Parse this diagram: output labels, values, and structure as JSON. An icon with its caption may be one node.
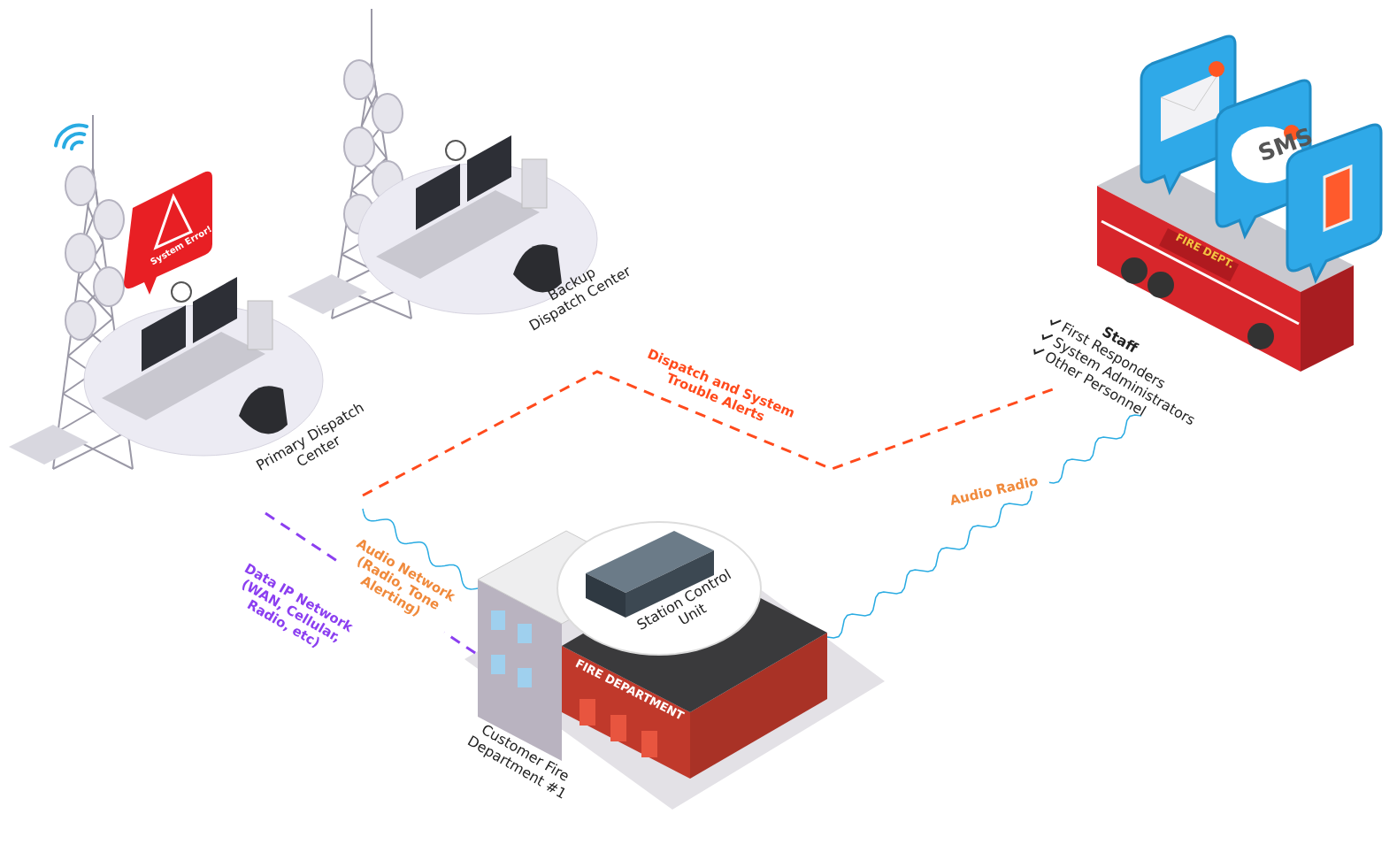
{
  "diagram": {
    "nodes": [
      {
        "text": [
          "Backup Dispatch Center"
        ]
      },
      {
        "text": [
          "Staff",
          "First Responders",
          "System Administrators",
          "Other Personnel"
        ]
      },
      {
        "text": [
          "Primary Dispatch Center"
        ]
      },
      {
        "text": [
          "Customer Fire Department #1"
        ]
      },
      {
        "text": [
          "Station Control Unit"
        ],
        "in": 3
      }
    ],
    "edges": [
      {
        "from": 2,
        "to": 1,
        "arrow": "none",
        "label": "Dispatch and System Trouble Alerts",
        "style": "dashed",
        "color": "#ff4a1c"
      },
      {
        "from": 2,
        "to": 3,
        "arrow": "none",
        "label": "Audio Network (Radio, Tone Alerting)",
        "color": "#29abe2"
      },
      {
        "from": 3,
        "to": 1,
        "arrow": "none",
        "label": "Audio Radio",
        "color": "#29abe2"
      },
      {
        "from": 2,
        "to": 3,
        "arrow": "none",
        "label": "Data IP Network (WAN, Cellular, Radio, etc)",
        "style": "dashed",
        "color": "#8b3ff0"
      }
    ],
    "labels": [
      "SMS",
      "System Error!",
      "FIRE DEPT.",
      "FIRE DEPARTMENT"
    ]
  }
}
